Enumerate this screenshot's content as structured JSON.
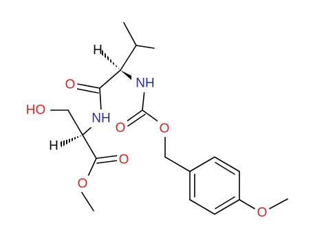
{
  "molecule": {
    "atom_labels": {
      "hydroxyl": "HO",
      "amide_n": "NH",
      "carbamate_n": "NH",
      "amide_o": "O",
      "carbamate_o1": "O",
      "carbamate_o2": "O",
      "ester_o1": "O",
      "ester_o2": "O",
      "methoxy_o": "O",
      "h_alpha_val": "H",
      "h_alpha_ser": "H"
    },
    "colors": {
      "oxygen": "#e0201c",
      "nitrogen": "#2b2b9c",
      "carbon_bond": "#000000"
    }
  }
}
